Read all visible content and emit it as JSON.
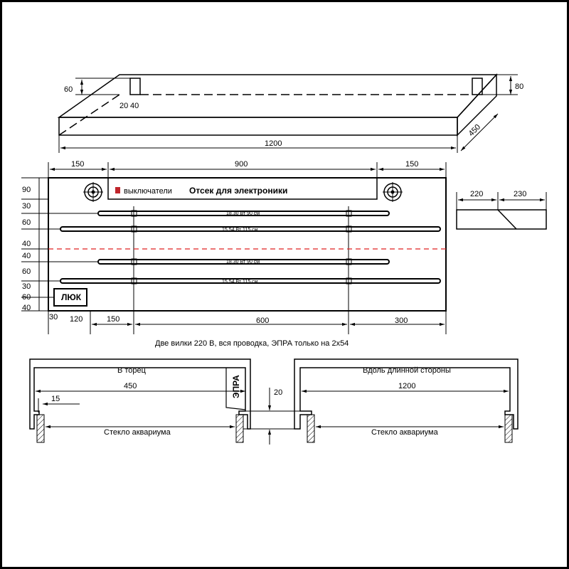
{
  "iso_view": {
    "dim_post_height": "60",
    "dim_post_w1": "20",
    "dim_post_w2": "40",
    "dim_height": "80",
    "dim_depth": "450",
    "dim_length": "1200"
  },
  "plan_view": {
    "top_dims": [
      "150",
      "900",
      "150"
    ],
    "left_dims": [
      "90",
      "30",
      "60",
      "40",
      "40",
      "60",
      "30",
      "60",
      "40"
    ],
    "bottom_dims": [
      "30",
      "120",
      "150",
      "600",
      "300"
    ],
    "compartment_label": "Отсек для электроники",
    "switches_label": "выключатели",
    "lamps": [
      "18.30 Вт 90 см",
      "15.54 Вт 115 см",
      "18.30 Вт 90 см",
      "15.54 Вт 115 см"
    ],
    "hatch_label": "ЛЮК",
    "switch_color": "#c0262c",
    "centerline_color": "#e02020"
  },
  "side_detail": {
    "dims": [
      "220",
      "230"
    ]
  },
  "caption": "Две вилки 220 В, вся проводка,  ЭПРА только на 2x54",
  "section_end": {
    "title": "В торец",
    "width": "450",
    "offset": "15",
    "ballast": "ЭПРА",
    "glass": "Стекло аквариума"
  },
  "section_gap": "20",
  "section_long": {
    "title": "Вдоль длинной стороны",
    "width": "1200",
    "glass": "Стекло аквариума"
  }
}
